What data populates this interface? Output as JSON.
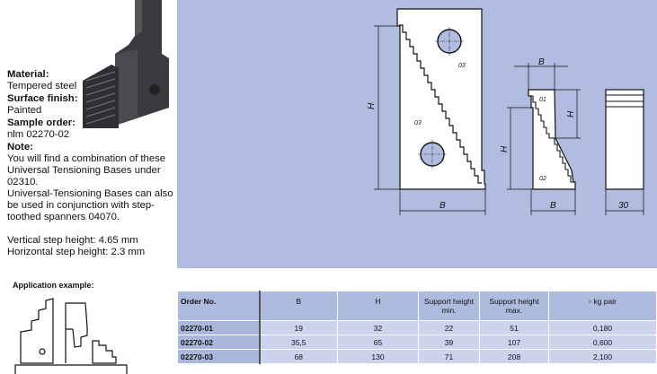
{
  "info": {
    "material_label": "Material:",
    "material": "Tempered steel",
    "finish_label": "Surface finish:",
    "finish": "Painted",
    "sample_label": "Sample order:",
    "sample": "nlm 02270-02",
    "note_label": "Note:",
    "note1": "You will find a combination of these Universal Tensioning Bases under 02310.",
    "note2": "Universal-Tensioning Bases can also be used in conjunction with step-toothed spanners 04070.",
    "vertical": "Vertical step height: 4.65 mm",
    "horizontal": "Horizontal step height: 2.3 mm",
    "application_label": "Application example:"
  },
  "drawing": {
    "B": "B",
    "H": "H",
    "part1": "01",
    "part2": "02",
    "part3": "03",
    "width": "30"
  },
  "table": {
    "headers": [
      "Order No.",
      "B",
      "H",
      "Support height min.",
      "Support height max.",
      "kg pair"
    ],
    "rows": [
      [
        "02270-01",
        "19",
        "32",
        "22",
        "51",
        "0,180"
      ],
      [
        "02270-02",
        "35,5",
        "65",
        "39",
        "107",
        "0,600"
      ],
      [
        "02270-03",
        "68",
        "130",
        "71",
        "208",
        "2,100"
      ]
    ]
  }
}
